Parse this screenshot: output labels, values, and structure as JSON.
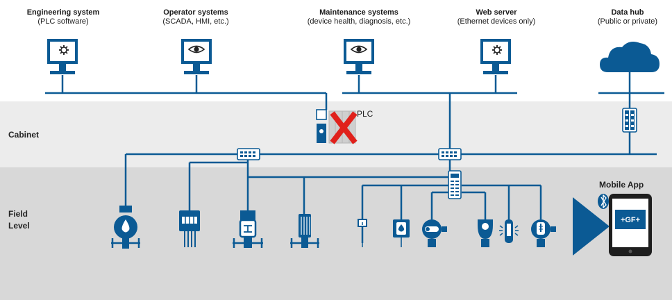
{
  "systems": [
    {
      "title": "Engineering system",
      "subtitle": "(PLC software)",
      "icon": "gear-monitor-icon"
    },
    {
      "title": "Operator systems",
      "subtitle": "(SCADA, HMI, etc.)",
      "icon": "eye-monitor-icon"
    },
    {
      "title": "Maintenance systems",
      "subtitle": "(device health, diagnosis, etc.)",
      "icon": "eye-monitor-icon"
    },
    {
      "title": "Web server",
      "subtitle": "(Ethernet devices only)",
      "icon": "gear-monitor-icon"
    },
    {
      "title": "Data hub",
      "subtitle": "(Public or private)",
      "icon": "cloud-icon"
    }
  ],
  "zones": {
    "cabinet": "Cabinet",
    "field_line1": "Field",
    "field_line2": "Level"
  },
  "plc": {
    "label": "PLC",
    "status": "removed"
  },
  "mobile": {
    "title": "Mobile App",
    "brand": "+GF+"
  },
  "colors": {
    "primary": "#0b5a94",
    "cabinet_band": "#ececec",
    "field_band": "#d8d8d8",
    "cross": "#e0201b"
  }
}
